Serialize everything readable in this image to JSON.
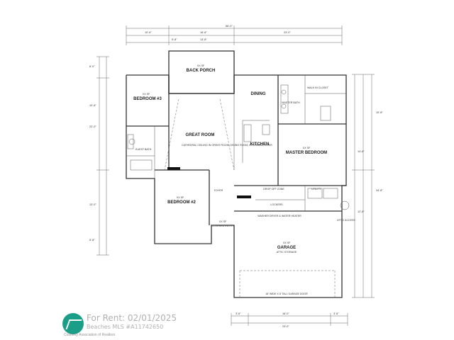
{
  "rooms": {
    "back_porch": {
      "area": "XX SF",
      "name": "BACK PORCH"
    },
    "bedroom3": {
      "area": "XX SF",
      "name": "BEDROOM #3"
    },
    "great_room": {
      "name": "GREAT ROOM"
    },
    "dining": {
      "name": "DINING"
    },
    "kitchen": {
      "name": "KITCHEN"
    },
    "master_bedroom": {
      "area": "XX SF",
      "name": "MASTER BEDROOM"
    },
    "master_bath": {
      "name": "MASTER BATH"
    },
    "walk_in_closet": {
      "name": "WALK IN CLOSET"
    },
    "guest_bath": {
      "name": "GUEST BATH"
    },
    "bedroom2": {
      "area": "XX SF",
      "name": "BEDROOM #2"
    },
    "foyer": {
      "name": "FOYER"
    },
    "covered_entry": {
      "area": "XX SF",
      "name": "COVERED ENTRY"
    },
    "garage": {
      "area": "XX SF",
      "name": "GARAGE",
      "note": "ATTIC STORAGE"
    },
    "utility": {
      "name": "UTILITY"
    },
    "drop_off_zone": {
      "name": "DROP OFF ZONE"
    },
    "lockers": {
      "name": "LOCKERS"
    }
  },
  "notes": {
    "garage_door": "16' WIDE X 8' TALL GARAGE DOOR",
    "ceiling_note": "CATHEDRAL CEILING IN GREAT ROOM, DINING ROOM, KITCHEN & FOYER",
    "washer_note": "WASHER DRYER & WATER HEATER",
    "attic_access": "ATTIC ACCESS"
  },
  "dimensions": {
    "top_overall": "56'-0\"",
    "top_left": "10'-6\"",
    "top_mid": "16'-8\"",
    "top_right": "23'-0\"",
    "top_sub1": "5'-8\"",
    "top_sub2": "13'-8\"",
    "bottom_overall": "23'-0\"",
    "bottom_left": "3'-6\"",
    "bottom_mid": "16'-0\"",
    "bottom_right": "3'-6\"",
    "right_overall": "34'-8\"",
    "right_a": "10'-8\"",
    "right_b": "14'-8\"",
    "right_c": "12'-8\"",
    "left_a": "6'-0\"",
    "left_b": "10'-8\"",
    "left_c": "22'-0\"",
    "left_d": "13'-0\"",
    "left_e": "5'-8\""
  },
  "watermark": {
    "line1": "For Rent: 02/01/2025",
    "line2": "Beaches MLS #A11742650",
    "line3": "Courtesy Association of Realtors"
  }
}
